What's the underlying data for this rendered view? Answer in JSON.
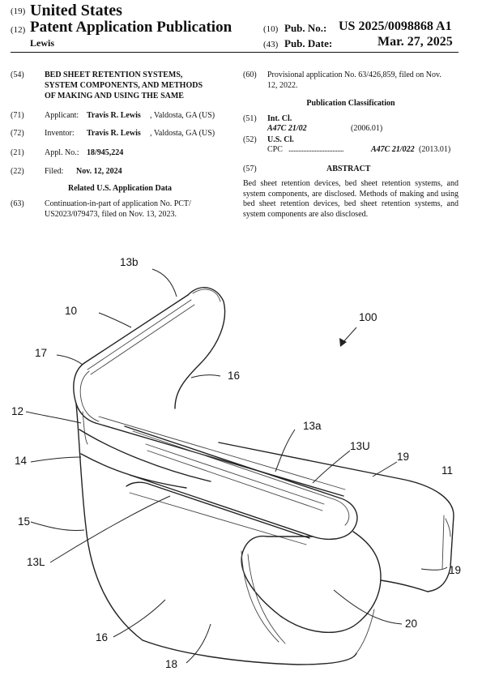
{
  "header": {
    "code19": "(19)",
    "country": "United States",
    "code12": "(12)",
    "pub_type": "Patent Application Publication",
    "inventor_short": "Lewis",
    "code10": "(10)",
    "pub_no_label": "Pub. No.:",
    "pub_no": "US 2025/0098868 A1",
    "code43": "(43)",
    "pub_date_label": "Pub. Date:",
    "pub_date": "Mar. 27, 2025"
  },
  "left": {
    "title_code": "(54)",
    "title_lines": [
      "BED SHEET RETENTION SYSTEMS,",
      "SYSTEM COMPONENTS, AND METHODS",
      "OF MAKING AND USING THE SAME"
    ],
    "applicant_code": "(71)",
    "applicant_label": "Applicant:",
    "applicant_name": "Travis R. Lewis",
    "applicant_loc": ", Valdosta, GA (US)",
    "inventor_code": "(72)",
    "inventor_label": "Inventor:",
    "inventor_name": "Travis R. Lewis",
    "inventor_loc": ", Valdosta, GA (US)",
    "appl_code": "(21)",
    "appl_label": "Appl. No.:",
    "appl_no": "18/945,224",
    "filed_code": "(22)",
    "filed_label": "Filed:",
    "filed_date": "Nov. 12, 2024",
    "related_heading": "Related U.S. Application Data",
    "cont_code": "(63)",
    "cont_line1": "Continuation-in-part of application No. PCT/",
    "cont_line2": "US2023/079473, filed on Nov. 13, 2023."
  },
  "right": {
    "prov_code": "(60)",
    "prov_line1": "Provisional application No. 63/426,859, filed on Nov.",
    "prov_line2": "12, 2022.",
    "classification_heading": "Publication Classification",
    "intcl_code": "(51)",
    "intcl_label": "Int. Cl.",
    "intcl_class": "A47C 21/02",
    "intcl_year": "(2006.01)",
    "uscl_code": "(52)",
    "uscl_label": "U.S. Cl.",
    "cpc_label": "CPC",
    "cpc_dots": "..................................",
    "cpc_class": "A47C 21/022",
    "cpc_year": " (2013.01)",
    "abstract_code": "(57)",
    "abstract_heading": "ABSTRACT",
    "abstract_text": "Bed sheet retention devices, bed sheet retention systems, and system components, are disclosed. Methods of making and using bed sheet retention devices, bed sheet retention systems, and system components are also disclosed."
  },
  "figure": {
    "labels": {
      "r100": "100",
      "r13b": "13b",
      "r10": "10",
      "r17": "17",
      "r16a": "16",
      "r12": "12",
      "r14": "14",
      "r13a": "13a",
      "r13U": "13U",
      "r19a": "19",
      "r11": "11",
      "r15": "15",
      "r13L": "13L",
      "r19b": "19",
      "r16b": "16",
      "r20": "20",
      "r18": "18"
    }
  }
}
